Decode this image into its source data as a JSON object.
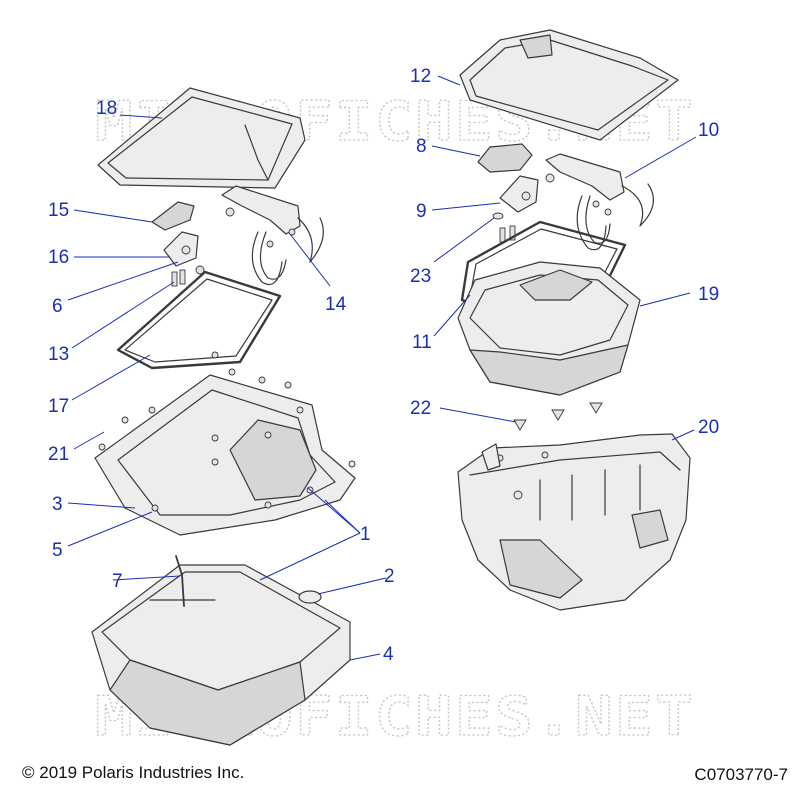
{
  "watermark": {
    "text": "MICROFICHES.NET"
  },
  "footer": {
    "copyright": "© 2019 Polaris Industries Inc.",
    "drawing_number": "C0703770-7"
  },
  "callouts": {
    "c1": "1",
    "c2": "2",
    "c3": "3",
    "c4": "4",
    "c5": "5",
    "c6": "6",
    "c7": "7",
    "c8": "8",
    "c9": "9",
    "c10": "10",
    "c11": "11",
    "c12": "12",
    "c13": "13",
    "c14": "14",
    "c15": "15",
    "c16": "16",
    "c17": "17",
    "c18": "18",
    "c19": "19",
    "c20": "20",
    "c21": "21",
    "c22": "22",
    "c23": "23"
  },
  "colors": {
    "callout": "#1a2fb4",
    "line": "#3a3a3a",
    "watermark": "#c9c9c9"
  }
}
